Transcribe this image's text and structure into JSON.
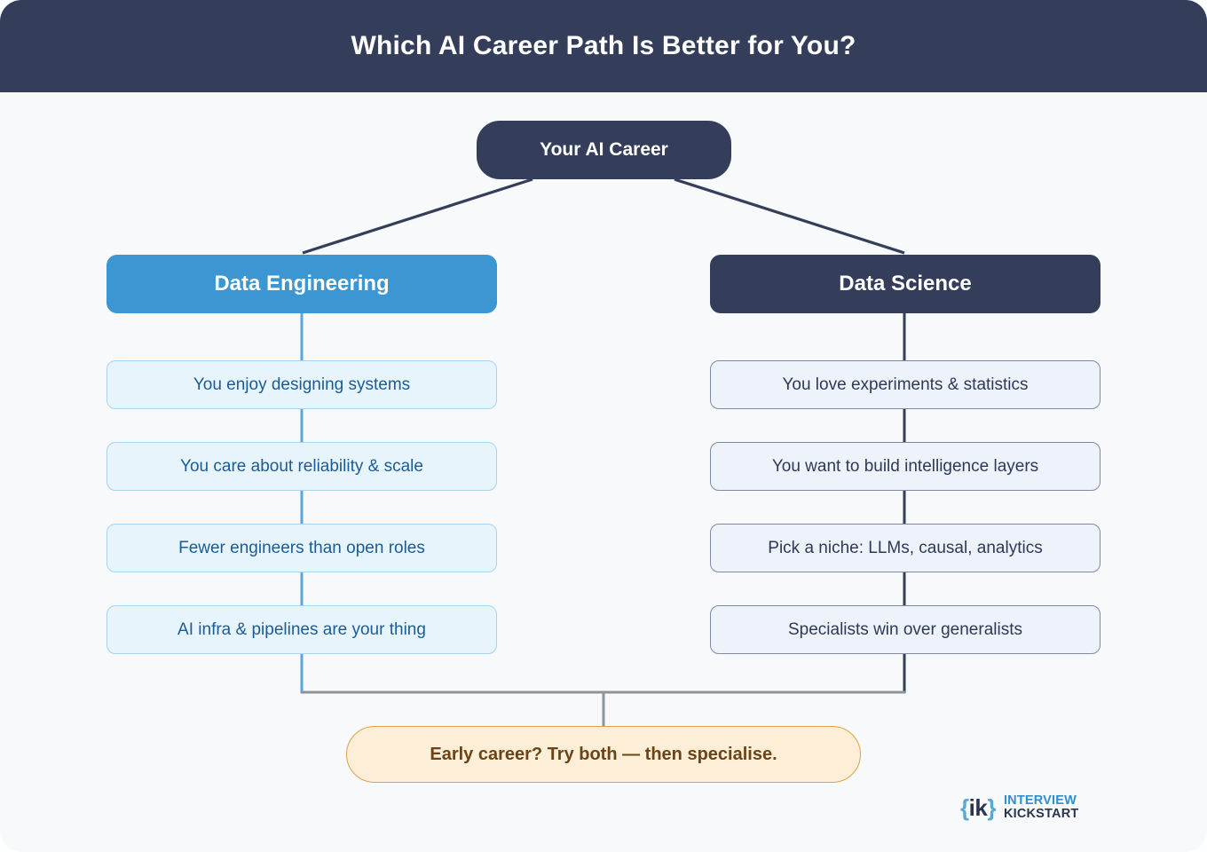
{
  "header": {
    "title": "Which AI Career Path Is Better for You?"
  },
  "root": {
    "label": "Your AI Career"
  },
  "branches": [
    {
      "id": "data-engineering",
      "label": "Data Engineering",
      "color": "#3b96d2",
      "items": [
        "You enjoy designing systems",
        "You care about reliability & scale",
        "Fewer engineers than open roles",
        "AI infra & pipelines are your thing"
      ]
    },
    {
      "id": "data-science",
      "label": "Data Science",
      "color": "#343e5a",
      "items": [
        "You love experiments & statistics",
        "You want to build intelligence layers",
        "Pick a niche: LLMs, causal, analytics",
        "Specialists win over generalists"
      ]
    }
  ],
  "callout": {
    "text": "Early career? Try both — then specialise."
  },
  "logo": {
    "mark_open": "{",
    "mark_inner": "ik",
    "mark_close": "}",
    "line1": "INTERVIEW",
    "line2": "KICKSTART"
  },
  "colors": {
    "page_background": "#f7f9fb",
    "header_background": "#343e5a",
    "accent_blue": "#3b96d2",
    "accent_navy": "#343e5a",
    "card_left_fill": "#e8f4fc",
    "card_left_border": "#a9d3ee",
    "card_left_text": "#1a5c96",
    "card_right_fill": "#eef2fb",
    "card_right_border": "#7f8aa5",
    "card_right_text": "#2e3a55",
    "callout_fill": "#fdeed8",
    "callout_border": "#e0a24a",
    "callout_text": "#6b4415",
    "connector_gray": "#8f9499"
  }
}
